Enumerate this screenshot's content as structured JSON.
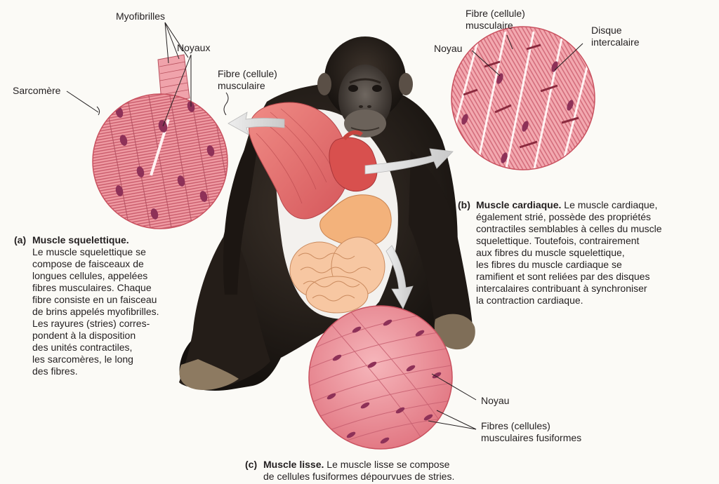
{
  "labels": {
    "myofibrilles": "Myofibrilles",
    "noyaux": "Noyaux",
    "sarcomere": "Sarcomère",
    "fibre_a": [
      "Fibre (cellule)",
      "musculaire"
    ],
    "fibre_b": [
      "Fibre (cellule)",
      "musculaire"
    ],
    "noyau_b": "Noyau",
    "disque": [
      "Disque",
      "intercalaire"
    ],
    "noyau_c": "Noyau",
    "fibres_c": [
      "Fibres (cellules)",
      "musculaires fusiformes"
    ]
  },
  "captions": {
    "a": {
      "tag": "(a)",
      "title": "Muscle squelettique.",
      "lines": [
        "Le muscle squelettique se",
        "compose de faisceaux de",
        "longues cellules, appelées",
        "fibres musculaires. Chaque",
        "fibre consiste en un faisceau",
        "de brins appelés myofibrilles.",
        "Les rayures (stries) corres-",
        "pondent à la disposition",
        "des unités contractiles,",
        "les sarcomères, le long",
        "des fibres."
      ]
    },
    "b": {
      "tag": "(b)",
      "title": "Muscle cardiaque.",
      "first_rest": " Le muscle cardiaque,",
      "lines": [
        "également strié, possède des propriétés",
        "contractiles semblables à celles du muscle",
        "squelettique. Toutefois, contrairement",
        "aux fibres du muscle squelettique,",
        "les fibres du muscle cardiaque se",
        "ramifient et sont reliées par des disques",
        "intercalaires contribuant à synchroniser",
        "la contraction cardiaque."
      ]
    },
    "c": {
      "tag": "(c)",
      "title": "Muscle lisse.",
      "first_rest": " Le muscle lisse se compose",
      "lines": [
        "de cellules fusiformes dépourvues de stries."
      ]
    }
  },
  "colors": {
    "fur": "#231d18",
    "tissue_pink": "#ec8f98",
    "nucleus": "#8e3158",
    "arrow": "#d7d7d7"
  }
}
